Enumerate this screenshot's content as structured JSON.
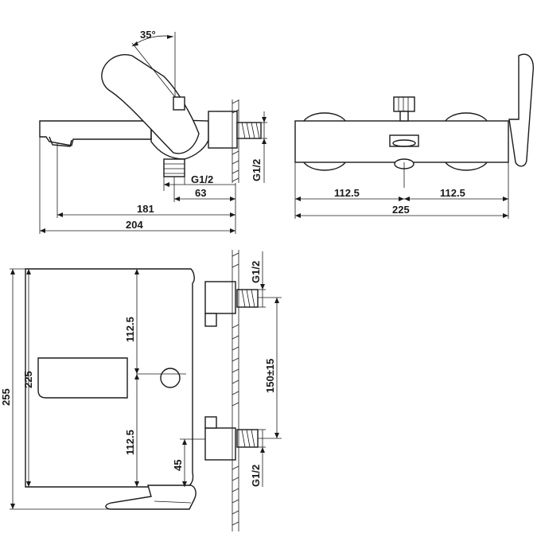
{
  "views": {
    "side": {
      "angle": "35°",
      "thread": "G1/2",
      "dim_63": "63",
      "dim_181": "181",
      "dim_204": "204",
      "thread_vertical": "G1/2"
    },
    "top": {
      "dim_left": "112.5",
      "dim_right": "112.5",
      "dim_total": "225"
    },
    "front": {
      "dim_255": "255",
      "dim_225": "225",
      "dim_upper": "112.5",
      "dim_lower": "112.5",
      "dim_45": "45",
      "dim_centers": "150±15",
      "thread_top": "G1/2",
      "thread_bottom": "G1/2"
    }
  }
}
